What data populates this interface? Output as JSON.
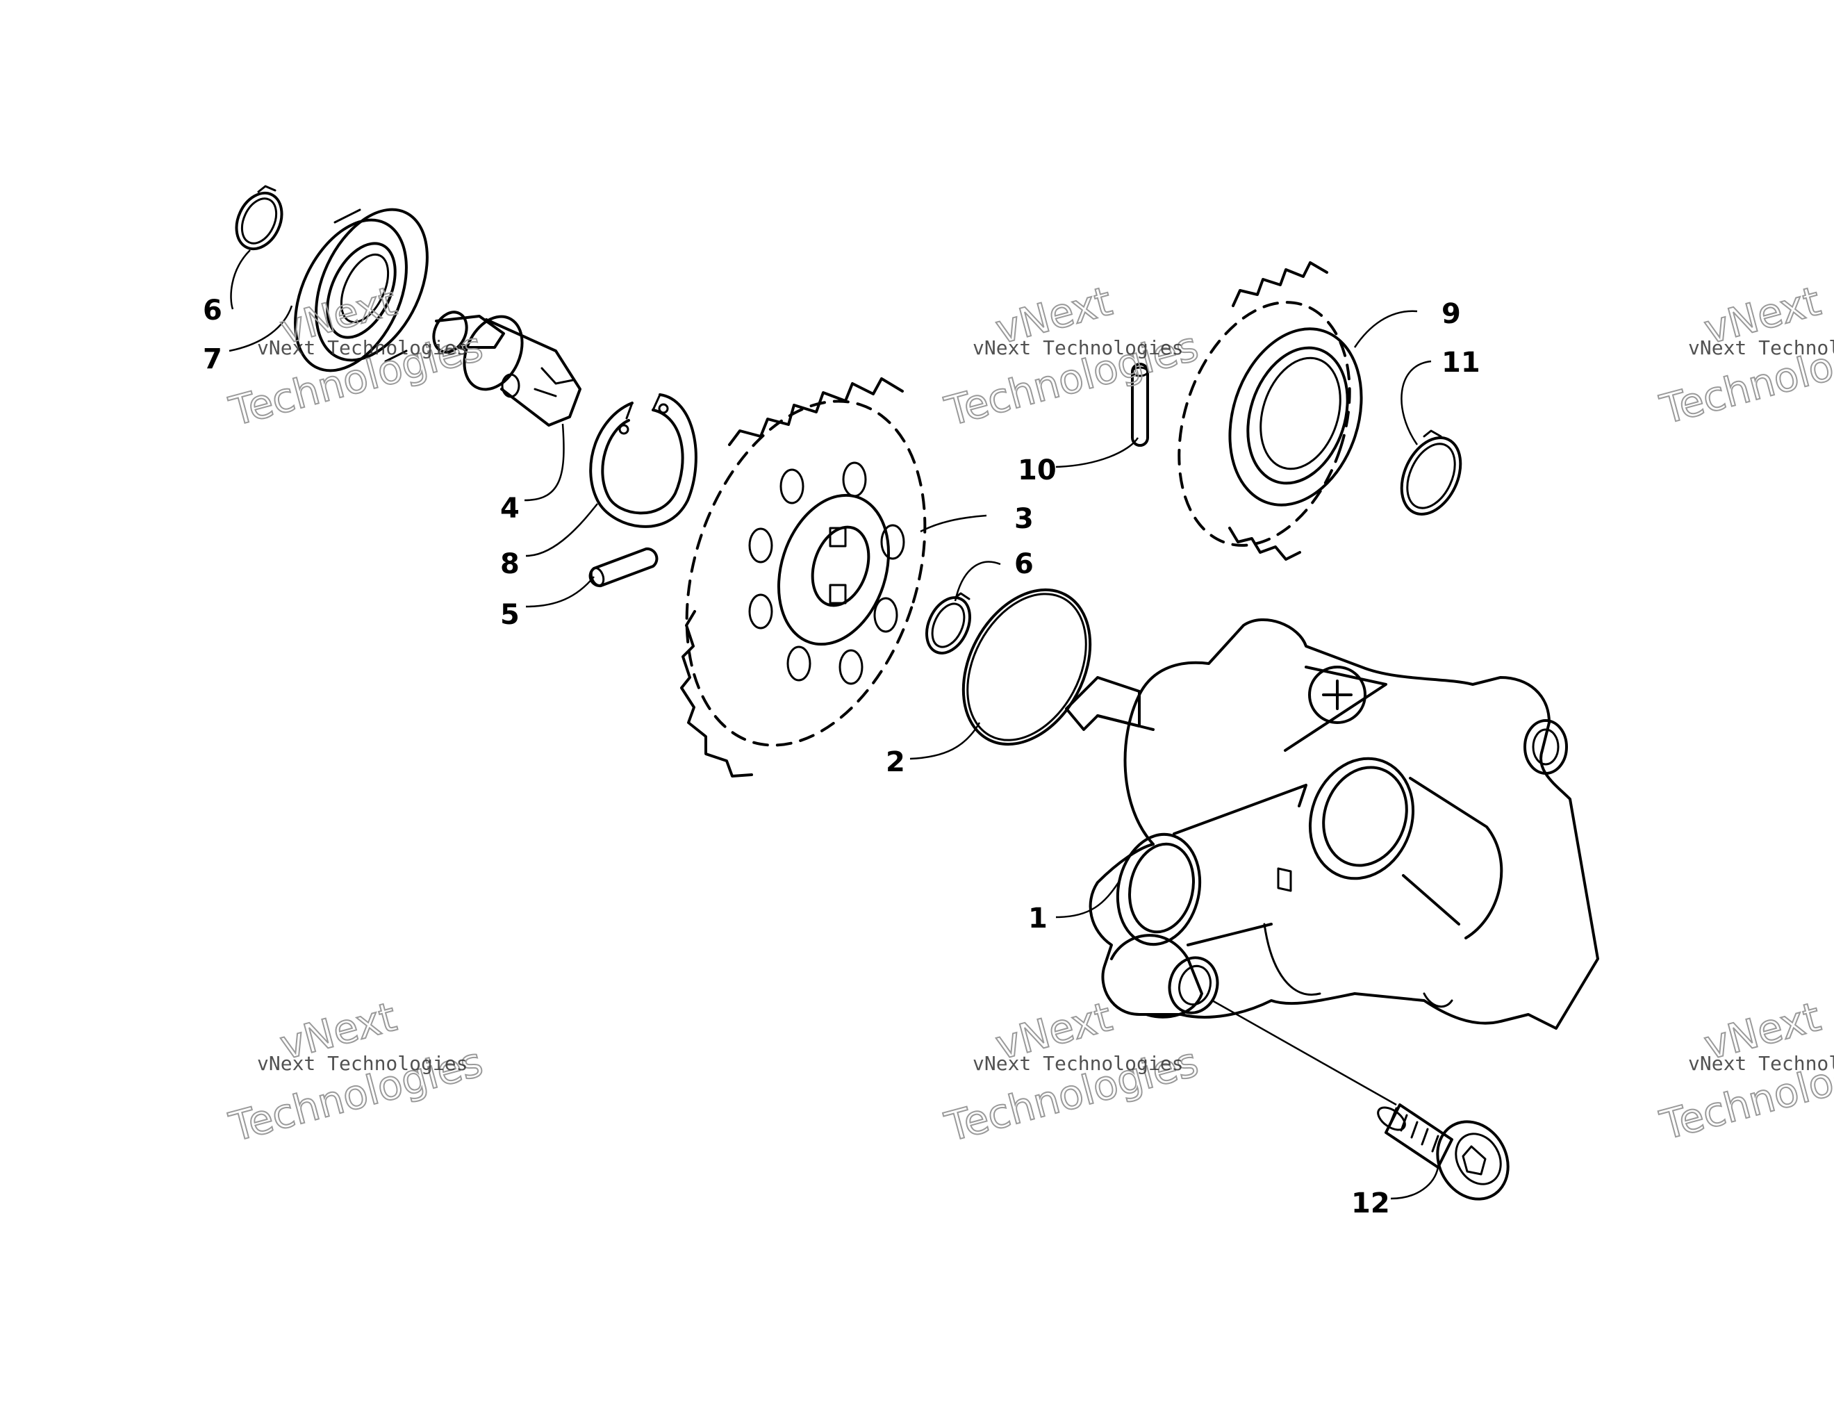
{
  "callouts": {
    "c1": "1",
    "c2": "2",
    "c3": "3",
    "c4": "4",
    "c5": "5",
    "c6a": "6",
    "c6b": "6",
    "c7": "7",
    "c8": "8",
    "c9": "9",
    "c10": "10",
    "c11": "11",
    "c12": "12"
  },
  "watermark": {
    "line1": "vNext Technologies",
    "big1": "vNext",
    "big2": "Technologies"
  }
}
